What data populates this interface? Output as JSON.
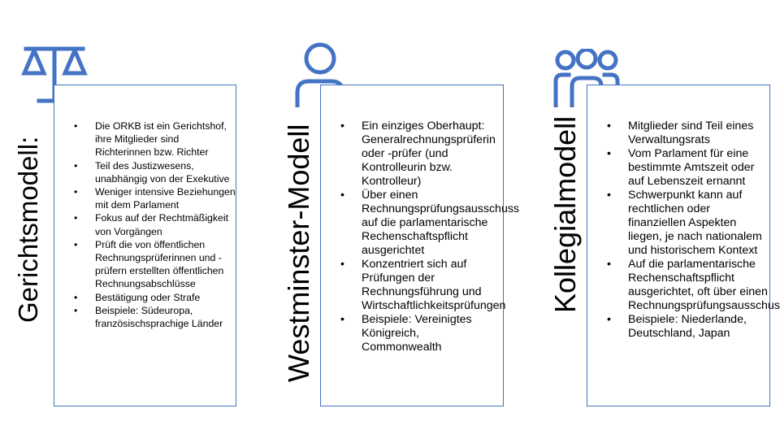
{
  "colors": {
    "accent": "#4472c4",
    "text": "#000000",
    "background": "#ffffff"
  },
  "panels": [
    {
      "title": "Gerichtsmodell:",
      "icon": "scales-icon",
      "items": [
        "Die ORKB ist ein Gerichtshof, ihre Mitglieder sind Richterinnen bzw. Richter",
        "Teil des Justizwesens, unabhängig von der Exekutive",
        "Weniger intensive Beziehungen mit dem Parlament",
        "Fokus auf der Rechtmäßigkeit von Vorgängen",
        "Prüft die von öffentlichen Rechnungsprüferinnen und -prüfern erstellten öffentlichen Rechnungsabschlüsse",
        "Bestätigung oder Strafe",
        "Beispiele: Südeuropa, französischsprachige Länder"
      ]
    },
    {
      "title": "Westminster-Modell",
      "icon": "person-icon",
      "items": [
        "Ein einziges Oberhaupt: Generalrechnungsprüferin oder -prüfer (und Kontrolleurin bzw. Kontrolleur)",
        "Über einen Rechnungsprüfungsausschuss auf die parlamentarische Rechenschaftspflicht ausgerichtet",
        "Konzentriert sich auf Prüfungen der Rechnungsführung und Wirtschaftlichkeitsprüfungen",
        "Beispiele: Vereinigtes Königreich, Commonwealth"
      ]
    },
    {
      "title": "Kollegialmodell",
      "icon": "group-icon",
      "items": [
        "Mitglieder sind Teil eines Verwaltungsrats",
        "Vom Parlament für eine bestimmte Amtszeit oder auf Lebenszeit ernannt",
        "Schwerpunkt kann auf rechtlichen oder finanziellen Aspekten liegen, je nach nationalem und historischem Kontext",
        "Auf die parlamentarische Rechenschaftspflicht ausgerichtet, oft über einen Rechnungsprüfungsausschuss",
        "Beispiele: Niederlande, Deutschland, Japan"
      ]
    }
  ]
}
